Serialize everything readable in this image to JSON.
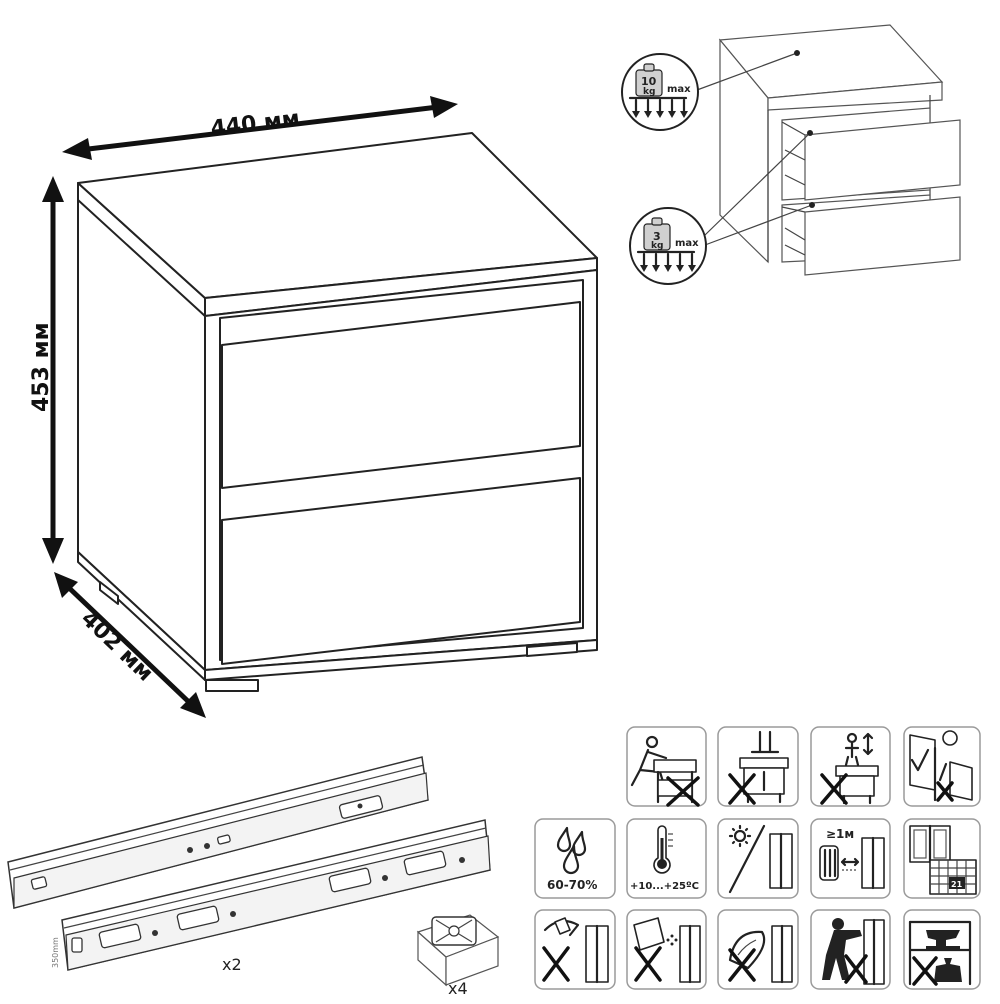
{
  "dimensions": {
    "width": "440 мм",
    "height": "453 мм",
    "depth": "402 мм"
  },
  "load_limits": {
    "top": {
      "value": "10",
      "unit": "kg",
      "suffix": "max"
    },
    "drawer": {
      "value": "3",
      "unit": "kg",
      "suffix": "max"
    }
  },
  "hardware": {
    "rail_length": "350mm",
    "rails_qty": "x2",
    "feet_qty": "x4"
  },
  "care": {
    "humidity": "60-70%",
    "temperature": "+10...+25ºC",
    "distance": "≥1м",
    "calendar_day": "21"
  }
}
